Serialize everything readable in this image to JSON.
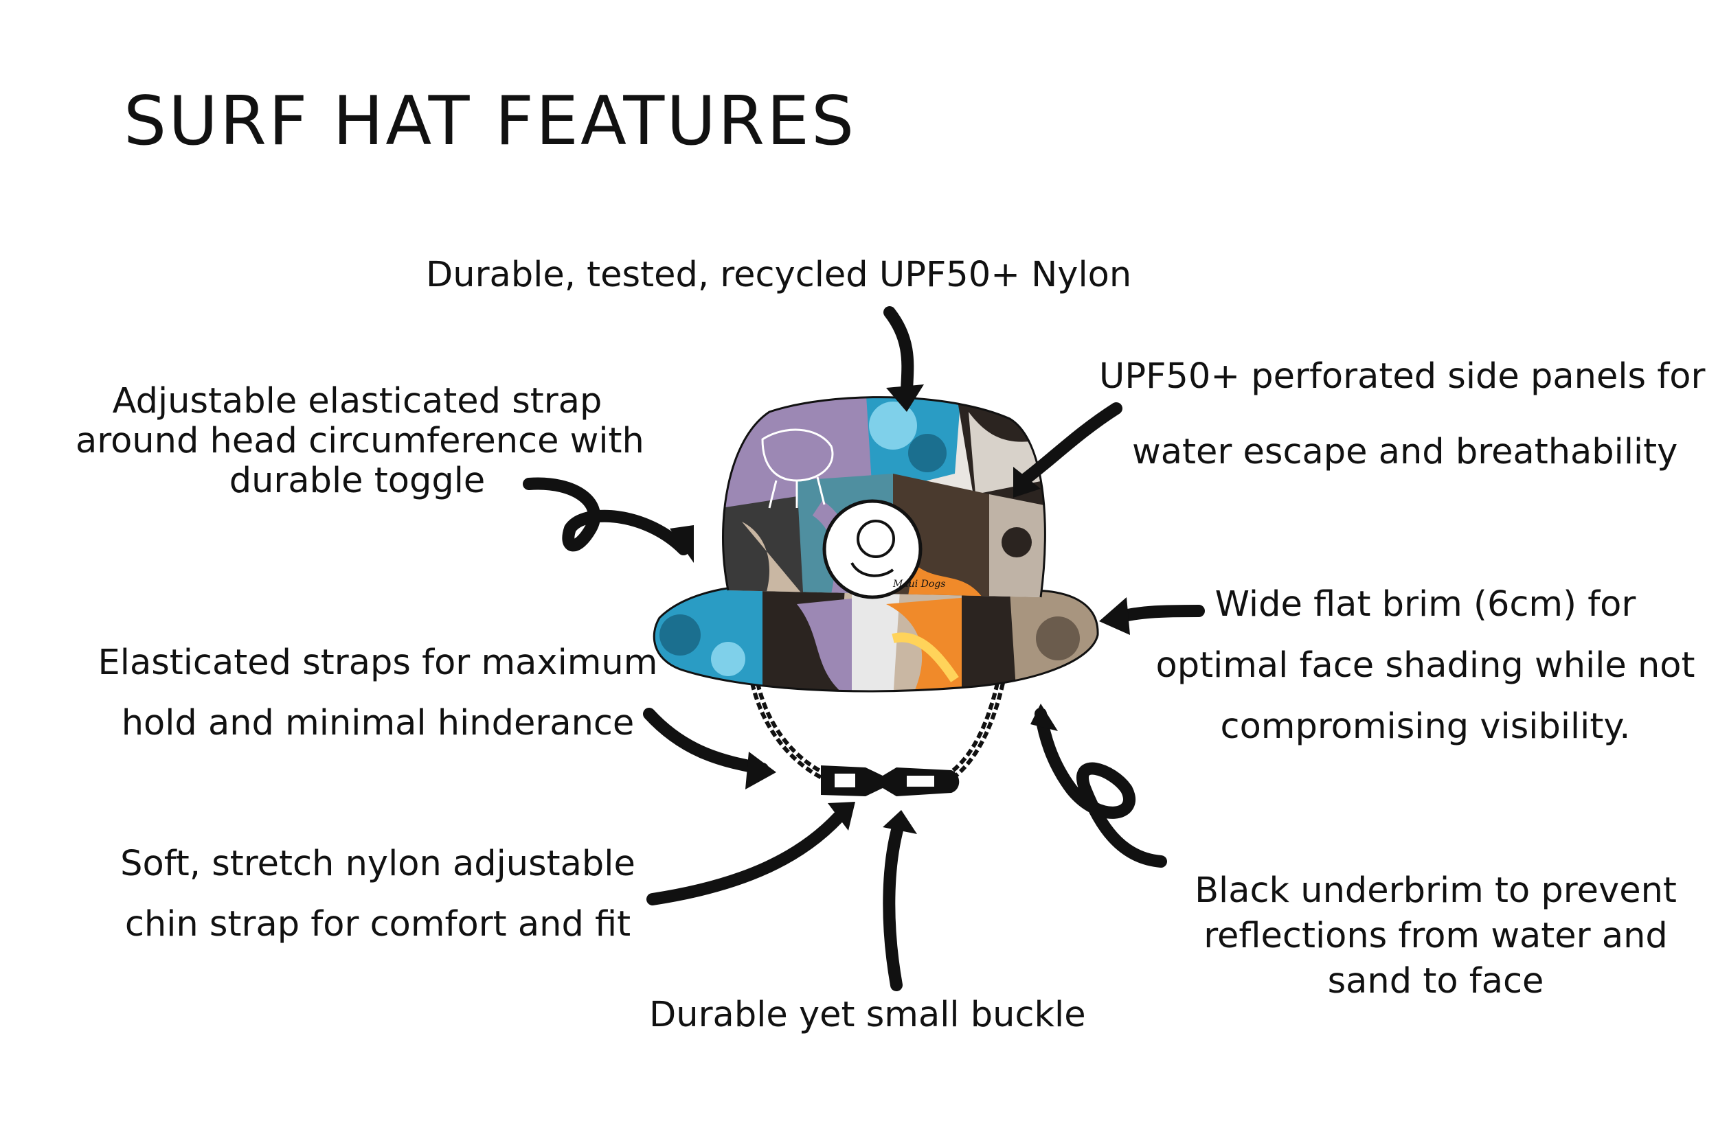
{
  "title": "SURF HAT FEATURES",
  "features": {
    "nylon": "Durable, tested, recycled UPF50+ Nylon",
    "side_panels": [
      "UPF50+ perforated side panels for",
      "water escape and breathability"
    ],
    "elastic_strap": [
      "Adjustable elasticated strap",
      "around head circumference with",
      "durable toggle"
    ],
    "elastic_straps_hold": [
      "Elasticated straps for maximum",
      "hold and minimal hinderance"
    ],
    "brim": [
      "Wide flat brim (6cm) for",
      "optimal face shading while not",
      "compromising visibility."
    ],
    "chin_strap": [
      "Soft, stretch nylon adjustable",
      "chin strap for comfort and fit"
    ],
    "underbrim": [
      "Black underbrim to prevent",
      "reflections from water and",
      "sand to face"
    ],
    "buckle": "Durable yet small buckle"
  },
  "hat": {
    "badge_text": "Maui Dogs",
    "colors": {
      "ink": "#111111",
      "purple": "#9c88b4",
      "aqua": "#2a9cc4",
      "stone": "#c9b7a3",
      "dark": "#2b2420",
      "fire": "#f08a2a"
    }
  },
  "icons": [
    "arrow-nylon",
    "arrow-side-panels",
    "arrow-elastic-strap",
    "arrow-brim",
    "arrow-straps-hold",
    "arrow-underbrim",
    "arrow-chin-strap",
    "arrow-buckle"
  ]
}
